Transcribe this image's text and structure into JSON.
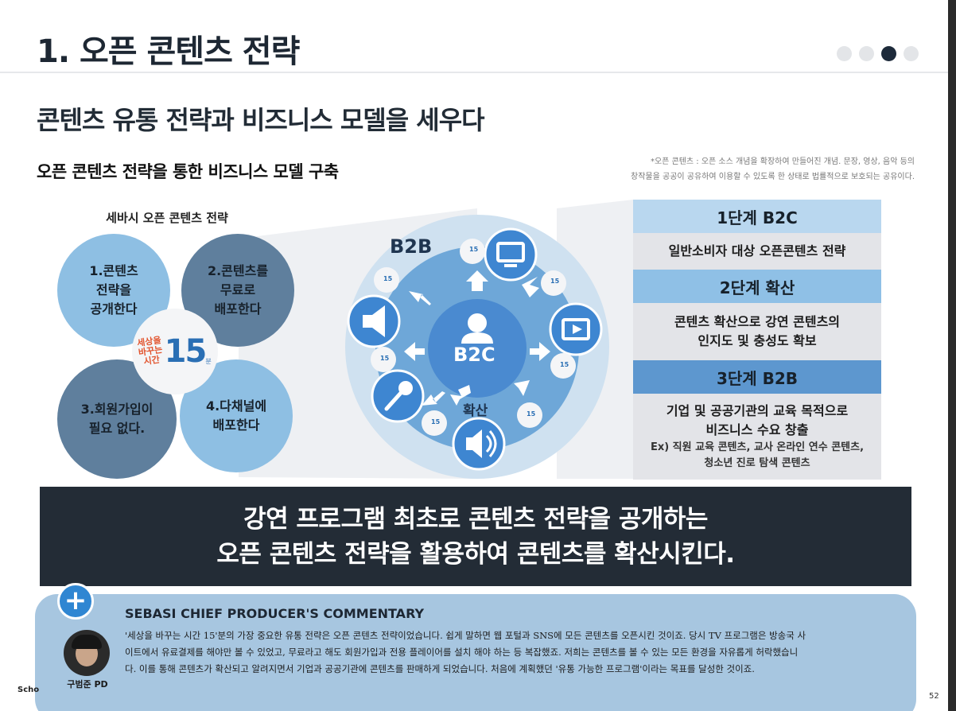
{
  "header": {
    "title": "1. 오픈 콘텐츠 전략",
    "pagination": {
      "count": 4,
      "active_index": 2
    }
  },
  "subtitle": "콘텐츠 유통 전략과 비즈니스 모델을 세우다",
  "section_title": "오픈 콘텐츠 전략을 통한 비즈니스 모델 구축",
  "footnote": {
    "line1": "*오픈 콘텐츠 : 오픈 소스 개념을 확장하여 만들어진 개념. 문장, 영상, 음악 등의",
    "line2": "창작물을 공공이 공유하여 이용할 수 있도록 한 상태로 법률적으로 보호되는 공유이다."
  },
  "strategy": {
    "title": "세바시 오픈 콘텐츠 전략",
    "items": [
      {
        "line1": "1.콘텐츠",
        "line2": "전략을",
        "line3": "공개한다"
      },
      {
        "line1": "2.콘텐츠를",
        "line2": "무료로",
        "line3": "배포한다"
      },
      {
        "line1": "3.회원가입이",
        "line2": "필요 없다."
      },
      {
        "line1": "4.다채널에",
        "line2": "배포한다"
      }
    ],
    "logo": {
      "text_line1": "세상을",
      "text_line2": "바꾸는",
      "text_line3": "시간",
      "number": "15",
      "unit": "분"
    }
  },
  "diagram": {
    "outer_label": "B2B",
    "center_label": "B2C",
    "spread_label": "확산",
    "icons": [
      "monitor-icon",
      "video-player-icon",
      "speaker-icon",
      "microphone-icon",
      "megaphone-icon"
    ],
    "badge_number": "15"
  },
  "stages": [
    {
      "title": "1단계 B2C",
      "body": [
        "일반소비자 대상 오픈콘텐츠 전략"
      ]
    },
    {
      "title": "2단계 확산",
      "body": [
        "콘텐츠 확산으로 강연 콘텐츠의",
        "인지도 및 충성도 확보"
      ]
    },
    {
      "title": "3단계 B2B",
      "body": [
        "기업 및 공공기관의 교육 목적으로",
        "비즈니스 수요 창출"
      ],
      "example": [
        "Ex) 직원 교육 콘텐츠, 교사 온라인 연수 콘텐츠,",
        "청소년 진로 탐색 콘텐츠"
      ]
    }
  ],
  "banner": {
    "line1": "강연 프로그램 최초로 콘텐츠 전략을 공개하는",
    "line2": "오픈 콘텐츠 전략을 활용하여 콘텐츠를 확산시킨다."
  },
  "commentary": {
    "title": "SEBASI CHIEF PRODUCER'S COMMENTARY",
    "line1": "'세상을 바꾸는 시간 15'분의 가장 중요한 유통 전략은 오픈 콘텐츠 전략이었습니다. 쉽게 말하면 웹 포털과 SNS에 모든 콘텐츠를 오픈시킨 것이죠. 당시 TV 프로그램은 방송국 사",
    "line2": "이트에서 유료결제를 해야만 볼 수 있었고, 무료라고 해도 회원가입과 전용 플레이어를 설치 해야 하는 등 복잡했죠. 저희는 콘텐츠를 볼 수 있는 모든 환경을 자유롭게 허락했습니",
    "line3": "다. 이를 통해 콘텐츠가 확산되고 알려지면서 기업과 공공기관에 콘텐츠를 판매하게 되었습니다. 처음에 계획했던 '유통 가능한 프로그램'이라는 목표를 달성한 것이죠.",
    "author": "구범준 PD",
    "plus_symbol": "+"
  },
  "footer": {
    "left": "Scho",
    "page": "52"
  },
  "colors": {
    "light_blue": "#8ebfe3",
    "slate_blue": "#5f7f9d",
    "dark_navy": "#232c36",
    "stage1": "#b9d7ef",
    "stage2": "#8fc0e6",
    "stage3": "#5d97cf",
    "commentary_bg": "#a7c6e0"
  }
}
